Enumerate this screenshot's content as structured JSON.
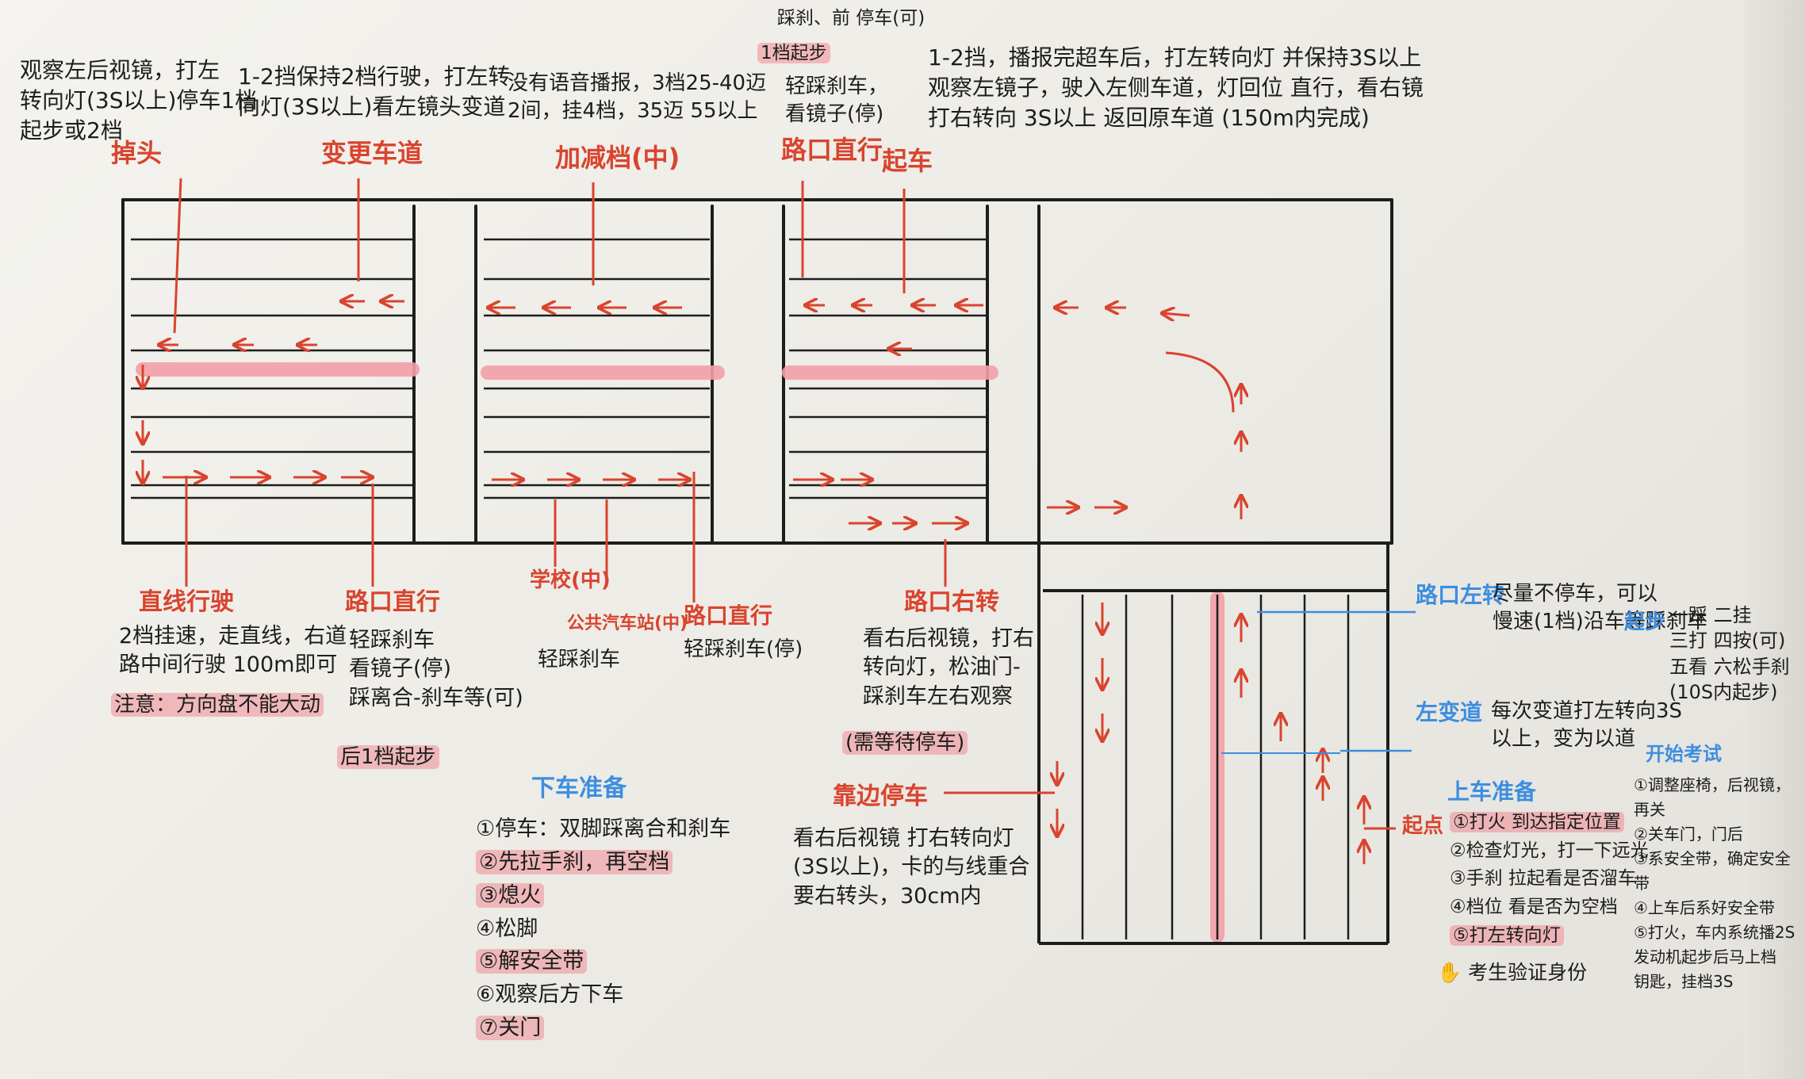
{
  "colors": {
    "ink": "#1d1d1d",
    "red": "#d9442e",
    "blue": "#3d8ee0",
    "highlight": "#f3a0a8"
  },
  "top_notes": {
    "diaotou_desc": "观察左后视镜，打左\n转向灯(3S以上)停车1档\n起步或2档",
    "diaotou_label": "掉头",
    "biandao_desc": "1-2挡保持2档行驶，打左转\n向灯(3S以上)看左镜头变道",
    "biandao_label": "变更车道",
    "jiajian_desc": "没有语音播报，3档25-40迈\n2间，挂4档，35迈 55以上",
    "jiajian_label": "加减档(中)",
    "lukou_top_desc1": "踩刹、前 停车(可)",
    "lukou_top_desc2": "1档起步",
    "lukou_top_desc3": "轻踩刹车，\n看镜子(停)",
    "lukou_top_label": "路口直行",
    "chaoche_label": "起车",
    "chaoche_desc": "1-2挡，播报完超车后，打左转向灯 并保持3S以上\n观察左镜子，驶入左侧车道，灯回位 直行，看右镜\n打右转向 3S以上 返回原车道 (150m内完成)"
  },
  "bottom_notes": {
    "zhixian_label": "直线行驶",
    "zhixian_desc": "2档挂速，走直线，右道\n路中间行驶 100m即可",
    "zhixian_hl": "注意：方向盘不能大动",
    "lukou1_label": "路口直行",
    "lukou1_desc": "轻踩刹车\n看镜子(停)\n踩离合-刹车等(可)",
    "lukou1_hl": "后1档起步",
    "xuexiao_label": "学校(中)",
    "gongjiao_label": "公共汽车站(中)",
    "gongjiao_desc": "轻踩刹车",
    "lukou2_label": "路口直行",
    "lukou2_desc": "轻踩刹车(停)",
    "youzhuan_label": "路口右转",
    "youzhuan_desc": "看右后视镜，打右\n转向灯，松油门-\n踩刹车左右观察",
    "youzhuan_hl": "(需等待停车)",
    "kaobian_label": "靠边停车",
    "kaobian_desc": "看右后视镜 打右转向灯\n(3S以上)，卡的与线重合\n要右转头，30cm内"
  },
  "xiache": {
    "title": "下车准备",
    "items": [
      "①停车：双脚踩离合和刹车",
      "②先拉手刹，再空档",
      "③熄火",
      "④松脚",
      "⑤解安全带",
      "⑥观察后方下车",
      "⑦关门"
    ],
    "highlighted": [
      1,
      2,
      4,
      6
    ]
  },
  "right_notes": {
    "zuozhuan_label": "路口左转",
    "zuozhuan_desc": "尽量不停车，可以\n慢速(1档)沿车等踩刹车",
    "biandao_label": "左变道",
    "biandao_desc": "每次变道打左转向3S\n以上，变为以道",
    "qibu_label": "起步",
    "qibu_desc": "一踩 二挂\n三打 四按(可)\n五看 六松手刹\n(10S内起步)",
    "shangche_title": "上车准备",
    "shangche_items": [
      "①打火 到达指定位置",
      "②检查灯光，打一下远光",
      "③手刹 拉起看是否溜车",
      "④档位 看是否为空档",
      "⑤打左转向灯"
    ],
    "qidian_label": "起点",
    "shenfen": "考生验证身份",
    "kaishi_title": "开始考试",
    "kaishi_items": [
      "①调整座椅，后视镜，再关",
      "②关车门，门后",
      "③系安全带，确定安全带",
      "④上车后系好安全带",
      "⑤打火，车内系统播2S",
      "发动机起步后马上档",
      "钥匙，挂档3S"
    ]
  },
  "icons": {
    "arrow": "arrow-icon",
    "hand": "hand-icon"
  }
}
